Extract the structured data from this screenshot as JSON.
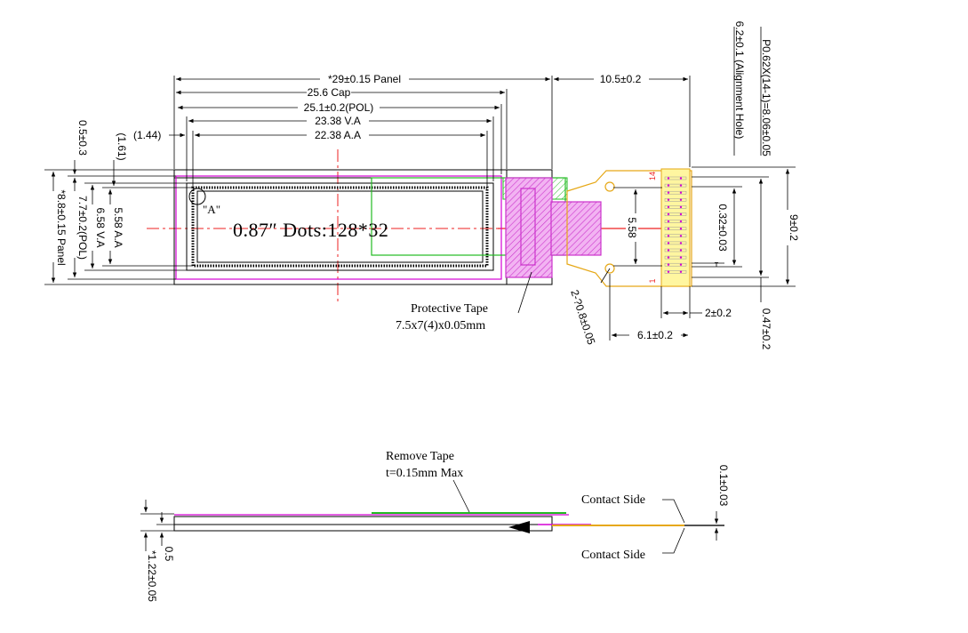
{
  "colors": {
    "outline": "#000000",
    "polarizer": "#d400d4",
    "tape": "#22bb22",
    "center": "#ee2222",
    "fpc": "#e6a817",
    "fpc_fill": "#fff6a0",
    "ic": "#cc33cc"
  },
  "top_view": {
    "dim_panel_width": "*29±0.15 Panel",
    "dim_cap": "25.6 Cap",
    "dim_pol": "25.1±0.2(POL)",
    "dim_va": "23.38 V.A",
    "dim_aa": "22.38 A.A",
    "dim_left_offset": "(1.44)",
    "dim_fpc_length": "10.5±0.2",
    "dim_top_offset": "0.5±0.3",
    "dim_1_61": "(1.61)",
    "dim_panel_height": "*8.8±0.15 Panel",
    "dim_pol_height": "7.7±0.2(POL)",
    "dim_va_height": "6.58 V.A",
    "dim_aa_height": "5.58 A.A",
    "display_text": "0.87″ Dots:128*32",
    "detail_marker": "\"A\"",
    "dim_5_58": "5.58",
    "dim_pin_width": "0.32±0.03",
    "dim_align_hole": "6.2±0.1 (Alignment Hole)",
    "dim_pitch": "P0.62X(14-1)=8.06±0.05",
    "dim_fpc_height": "9±0.2",
    "dim_hole_dia": "2-?0.8±0.05",
    "dim_2": "2±0.2",
    "dim_6_1": "6.1±0.2",
    "dim_0_47": "0.47±0.2",
    "pin_first": "14",
    "pin_last": "1",
    "protective_tape_title": "Protective Tape",
    "protective_tape_size": "7.5x7(4)x0.05mm"
  },
  "side_view": {
    "remove_tape_title": "Remove Tape",
    "remove_tape_thickness": "t=0.15mm Max",
    "contact_side_top": "Contact Side",
    "contact_side_bottom": "Contact Side",
    "dim_fpc_thickness": "0.1±0.03",
    "dim_0_5": "0.5",
    "dim_total_thickness": "*1.22±0.05"
  }
}
